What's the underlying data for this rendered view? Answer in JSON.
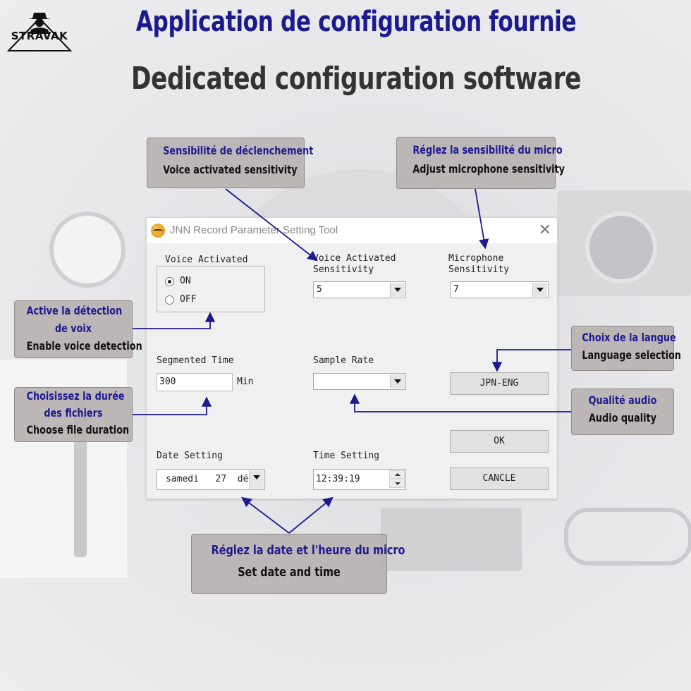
{
  "brand": {
    "logo_text": "STRAVAK"
  },
  "heading": {
    "title_fr": "Application de configuration fournie",
    "title_en": "Dedicated configuration software"
  },
  "dialog": {
    "title": "JNN Record Parameter Setting Tool",
    "close_icon": "close-icon",
    "voice_activated": {
      "legend": "Voice Activated",
      "on_label": "ON",
      "off_label": "OFF",
      "selected": "ON"
    },
    "voice_sensitivity": {
      "label_line1": "Voice Activated",
      "label_line2": "Sensitivity",
      "value": "5"
    },
    "mic_sensitivity": {
      "label_line1": "Microphone",
      "label_line2": "Sensitivity",
      "value": "7"
    },
    "segmented_time": {
      "label": "Segmented Time",
      "value": "300",
      "unit": "Min"
    },
    "sample_rate": {
      "label": "Sample Rate",
      "value": ""
    },
    "language_button": "JPN-ENG",
    "ok_button": "OK",
    "cancel_button": "CANCLE",
    "date_setting": {
      "label": "Date Setting",
      "value": "samedi   27  dé"
    },
    "time_setting": {
      "label": "Time Setting",
      "value": "12:39:19"
    }
  },
  "callouts": {
    "trigger": {
      "fr": "Sensibilité de déclenchement",
      "en": "Voice activated sensitivity"
    },
    "mic": {
      "fr": "Réglez la sensibilité du micro",
      "en": "Adjust microphone sensitivity"
    },
    "voice_detect": {
      "fr1": "Active la détection",
      "fr2": "de voix",
      "en": "Enable voice detection"
    },
    "duration": {
      "fr1": "Choisissez la durée",
      "fr2": "des fichiers",
      "en": "Choose file duration"
    },
    "language": {
      "fr": "Choix de la langue",
      "en": "Language selection"
    },
    "audio": {
      "fr": "Qualité audio",
      "en": "Audio quality"
    },
    "datetime": {
      "fr": "Réglez la date et l'heure du micro",
      "en": "Set date and time"
    }
  },
  "colors": {
    "accent_fr": "#1d1a8f",
    "arrow": "#1d1a8f",
    "callout_bg": "#b8b0b0"
  }
}
